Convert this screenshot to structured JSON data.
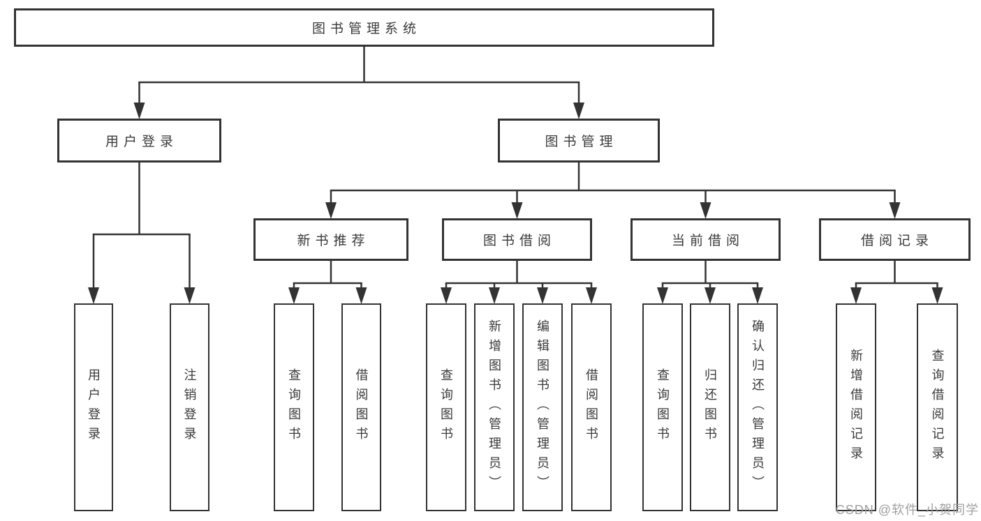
{
  "diagram": {
    "watermark": "CSDN @软件_小贺同学",
    "colors": {
      "line": "#333333",
      "box_border": "#333333",
      "text": "#3a3a3a",
      "background": "#ffffff",
      "watermark": "#9f9f9f"
    },
    "tree": {
      "id": "root",
      "label": "图书管理系统",
      "children": [
        {
          "id": "user-login",
          "label": "用户登录",
          "children": [
            {
              "id": "user-login-leaf",
              "label": "用户登录"
            },
            {
              "id": "logout",
              "label": "注销登录"
            }
          ]
        },
        {
          "id": "book-management",
          "label": "图书管理",
          "children": [
            {
              "id": "new-book-recommend",
              "label": "新书推荐",
              "children": [
                {
                  "id": "nbr-query-book",
                  "label": "查询图书"
                },
                {
                  "id": "nbr-borrow-book",
                  "label": "借阅图书"
                }
              ]
            },
            {
              "id": "book-borrow",
              "label": "图书借阅",
              "children": [
                {
                  "id": "bb-query-book",
                  "label": "查询图书"
                },
                {
                  "id": "bb-add-book",
                  "label": "新增图书（管理员）"
                },
                {
                  "id": "bb-edit-book",
                  "label": "编辑图书（管理员）"
                },
                {
                  "id": "bb-borrow-book",
                  "label": "借阅图书"
                }
              ]
            },
            {
              "id": "current-borrow",
              "label": "当前借阅",
              "children": [
                {
                  "id": "cb-query-book",
                  "label": "查询图书"
                },
                {
                  "id": "cb-return-book",
                  "label": "归还图书"
                },
                {
                  "id": "cb-confirm-return",
                  "label": "确认归还（管理员）"
                }
              ]
            },
            {
              "id": "borrow-records",
              "label": "借阅记录",
              "children": [
                {
                  "id": "br-add-record",
                  "label": "新增借阅记录"
                },
                {
                  "id": "br-query-record",
                  "label": "查询借阅记录"
                }
              ]
            }
          ]
        }
      ]
    }
  }
}
